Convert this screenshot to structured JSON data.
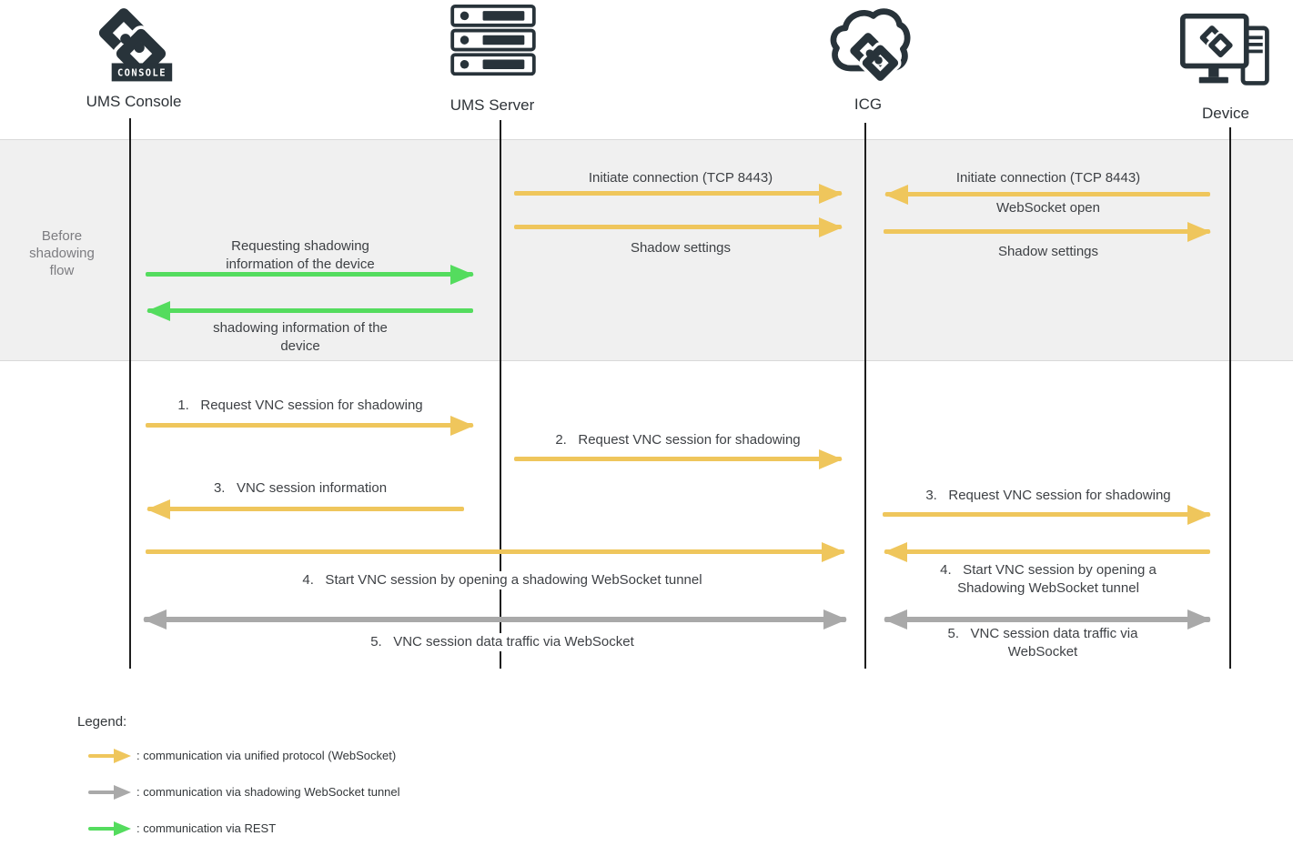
{
  "actors": [
    {
      "label": "UMS Console"
    },
    {
      "label": "UMS Server"
    },
    {
      "label": "ICG"
    },
    {
      "label": "Device"
    }
  ],
  "console_badge": "CONSOLE",
  "phase": {
    "label": "Before shadowing flow"
  },
  "messages": [
    {
      "label": "Initiate connection (TCP 8443)",
      "from": "UMS Server",
      "to": "ICG",
      "protocol": "unified"
    },
    {
      "label": "Shadow settings",
      "from": "UMS Server",
      "to": "ICG",
      "protocol": "unified"
    },
    {
      "label": "Initiate connection (TCP 8443)",
      "from": "Device",
      "to": "ICG",
      "protocol": "unified"
    },
    {
      "label": "WebSocket open",
      "from": "ICG",
      "to": "Device",
      "protocol": "unified"
    },
    {
      "label": "Shadow settings",
      "from": "ICG",
      "to": "Device",
      "protocol": "unified"
    },
    {
      "label": "Requesting shadowing information of the device",
      "from": "UMS Console",
      "to": "UMS Server",
      "protocol": "rest"
    },
    {
      "label": "shadowing information of the device",
      "from": "UMS Server",
      "to": "UMS Console",
      "protocol": "rest"
    },
    {
      "label": "1.   Request VNC session for shadowing",
      "from": "UMS Console",
      "to": "UMS Server",
      "protocol": "unified"
    },
    {
      "label": "2.   Request VNC session for shadowing",
      "from": "UMS Server",
      "to": "ICG",
      "protocol": "unified"
    },
    {
      "label": "3.   VNC session information",
      "from": "UMS Server",
      "to": "UMS Console",
      "protocol": "unified"
    },
    {
      "label": "3.   Request VNC session for shadowing",
      "from": "ICG",
      "to": "Device",
      "protocol": "unified"
    },
    {
      "label": "4.   Start VNC session by opening a shadowing WebSocket tunnel",
      "from": "UMS Console",
      "to": "ICG",
      "protocol": "unified"
    },
    {
      "label": "4.   Start VNC session by opening a Shadowing WebSocket tunnel",
      "from": "Device",
      "to": "ICG",
      "protocol": "unified"
    },
    {
      "label": "5.   VNC session data traffic via WebSocket",
      "from": "UMS Console",
      "to": "ICG",
      "protocol": "tunnel",
      "bidirectional": true
    },
    {
      "label": "5.   VNC session data traffic via WebSocket",
      "from": "ICG",
      "to": "Device",
      "protocol": "tunnel",
      "bidirectional": true
    }
  ],
  "legend": {
    "title": "Legend:",
    "items": [
      {
        "label": ": communication via unified protocol (WebSocket)",
        "arrow": "unified-protocol-arrow",
        "color": "#efc65c"
      },
      {
        "label": ": communication via shadowing WebSocket tunnel",
        "arrow": "shadowing-websocket-tunnel-arrow",
        "color": "#a9a9a9"
      },
      {
        "label": ": communication via REST",
        "arrow": "rest-arrow",
        "color": "#54dc5e"
      }
    ]
  },
  "colors": {
    "unified_protocol": "#efc65c",
    "shadowing_tunnel": "#a9a9a9",
    "rest": "#54dc5e",
    "icon_ink": "#28333a",
    "phase_background": "#f0f0f0"
  }
}
